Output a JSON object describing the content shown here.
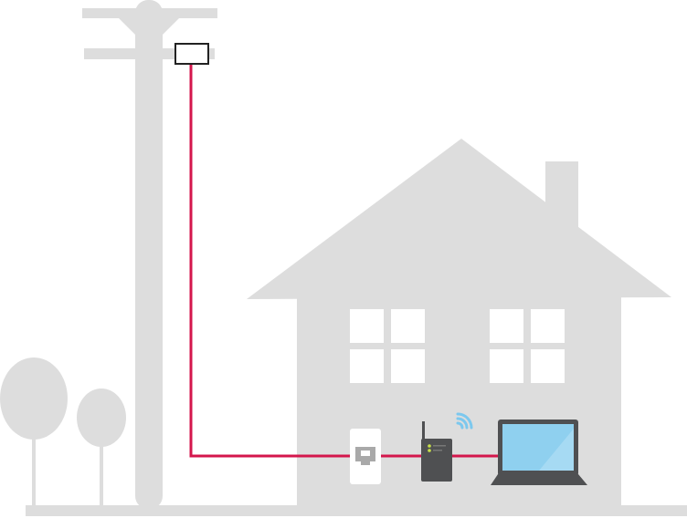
{
  "colors": {
    "background": "#ffffff",
    "structure_gray": "#dddddd",
    "cable_red": "#d4164c",
    "router_dark": "#4f5052",
    "screen_blue": "#8fd0ef",
    "wifi_blue": "#7cc8ee"
  },
  "icons": [
    "utility-pole",
    "junction-box",
    "house",
    "tree",
    "wall-socket",
    "router",
    "wifi-signal",
    "laptop"
  ]
}
